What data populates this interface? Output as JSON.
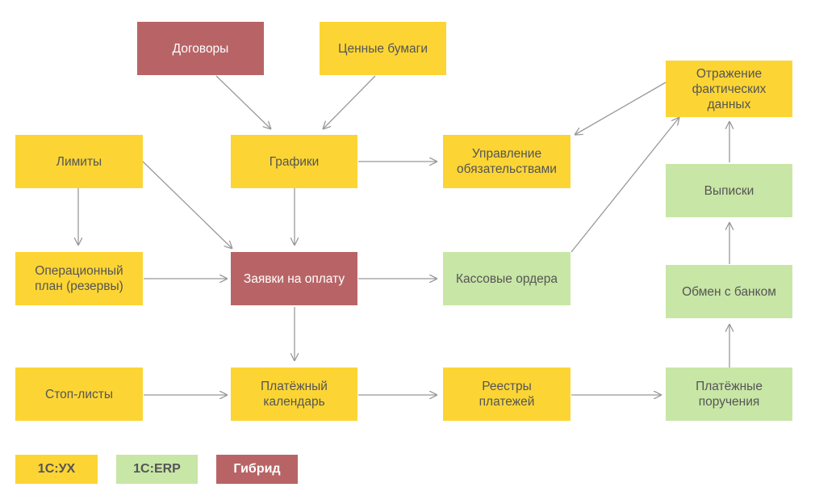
{
  "colors": {
    "uh": "#fcd535",
    "erp": "#c8e6a6",
    "hybrid": "#b86466",
    "arrow": "#999999"
  },
  "nodes": {
    "dogovory": "Договоры",
    "cennye_bumagi": "Ценные бумаги",
    "otrazhenie": "Отражение\nфактических\nданных",
    "limity": "Лимиты",
    "grafiki": "Графики",
    "upravlenie": "Управление\nобязательствами",
    "vypiski": "Выписки",
    "operacionnyj_plan": "Операционный\nплан (резервы)",
    "zayavki": "Заявки на оплату",
    "kassovye_ordera": "Кассовые ордера",
    "obmen_s_bankom": "Обмен с банком",
    "stop_listy": "Стоп-листы",
    "platezhnyj_kalendar": "Платёжный\nкалендарь",
    "reestry_platezhej": "Реестры\nплатежей",
    "platezhnye_porucheniya": "Платёжные\nпоручения"
  },
  "legend": {
    "uh": "1С:УХ",
    "erp": "1С:ERP",
    "hybrid": "Гибрид"
  }
}
